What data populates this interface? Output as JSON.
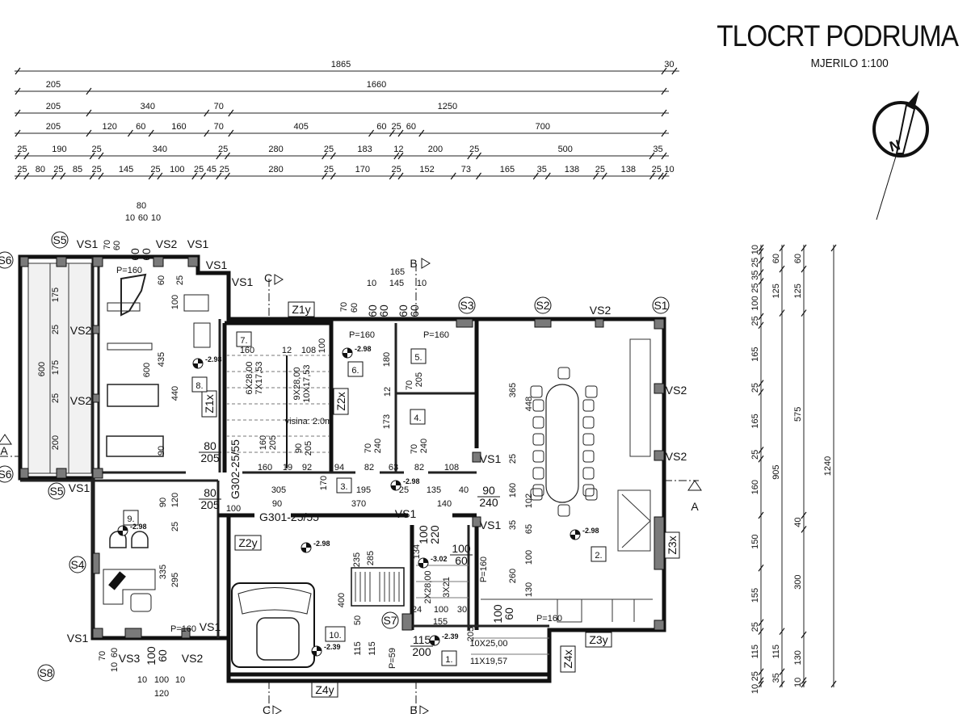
{
  "header": {
    "title": "TLOCRT PODRUMA",
    "scale": "MJERILO 1:100"
  },
  "north_label": "N",
  "dimensions": {
    "unit": "cm",
    "top_rows": [
      [
        1865,
        30
      ],
      [
        205,
        1660
      ],
      [
        205,
        340,
        70,
        1250
      ],
      [
        205,
        120,
        60,
        160,
        70,
        405,
        60,
        25,
        60,
        700
      ],
      [
        25,
        190,
        25,
        340,
        25,
        280,
        25,
        183,
        12,
        200,
        25,
        500,
        35
      ],
      [
        25,
        80,
        25,
        85,
        25,
        145,
        25,
        100,
        25,
        45,
        25,
        280,
        25,
        170,
        25,
        152,
        73,
        165,
        35,
        138,
        25,
        138,
        25,
        10
      ]
    ],
    "right_columns": [
      [
        10,
        25,
        35,
        25,
        100,
        25,
        165,
        25,
        165,
        25,
        160,
        150,
        155,
        25,
        115,
        25,
        10
      ],
      [
        60,
        125,
        905,
        115,
        35
      ],
      [
        60,
        125,
        575,
        40,
        300,
        130,
        10
      ],
      [
        1240
      ]
    ]
  },
  "plan": {
    "rooms": [
      "1.",
      "2.",
      "3.",
      "4.",
      "5.",
      "6.",
      "7.",
      "8.",
      "9.",
      "10."
    ],
    "markers": [
      "S1",
      "S2",
      "S3",
      "S4",
      "S5",
      "S6",
      "S7",
      "S8"
    ],
    "wall_types": [
      "VS1",
      "VS2",
      "VS3"
    ],
    "zones": [
      "Z1x",
      "Z1y",
      "Z2x",
      "Z2y",
      "Z3x",
      "Z3y",
      "Z4x",
      "Z4y"
    ],
    "elevations": [
      "-2.98",
      "-3.02",
      "-2.39"
    ],
    "sections": [
      "A",
      "B",
      "C"
    ],
    "beams": [
      "G301-25/55",
      "G302-25/55"
    ],
    "parapets": [
      "P=160",
      "P=59"
    ],
    "stair_notes": [
      "6X28,00",
      "7X17,53",
      "9X28,00",
      "10X17,53",
      "visina: 2.0m",
      "2X28,00",
      "3X21",
      "10X25,00",
      "11X19,57"
    ],
    "openings": [
      {
        "w": "80",
        "h": "205"
      },
      {
        "w": "80",
        "h": "205"
      },
      {
        "w": "100",
        "h": "220"
      },
      {
        "w": "100",
        "h": "60"
      },
      {
        "w": "115",
        "h": "200"
      },
      {
        "w": "100",
        "h": "60"
      },
      {
        "w": "100",
        "h": "60"
      },
      {
        "w": "60",
        "h": "60"
      },
      {
        "w": "90",
        "h": "240"
      },
      {
        "w": "60",
        "h": "60"
      },
      {
        "w": "60",
        "h": "60"
      }
    ],
    "inner_dims": [
      "175",
      "25",
      "600",
      "175",
      "25",
      "200",
      "60",
      "25",
      "100",
      "435",
      "600",
      "440",
      "90",
      "80",
      "10",
      "60",
      "10",
      "70",
      "60",
      "160",
      "12",
      "108",
      "100",
      "180",
      "12",
      "173",
      "70",
      "205",
      "160",
      "205",
      "90",
      "205",
      "70",
      "240",
      "70",
      "240",
      "160",
      "19",
      "92",
      "94",
      "82",
      "63",
      "82",
      "108",
      "305",
      "195",
      "25",
      "135",
      "40",
      "170",
      "100",
      "90",
      "370",
      "140",
      "165",
      "10",
      "145",
      "10",
      "70",
      "60",
      "365",
      "448",
      "25",
      "160",
      "102",
      "35",
      "65",
      "100",
      "260",
      "130",
      "120",
      "90",
      "25",
      "335",
      "295",
      "70",
      "60",
      "10",
      "10",
      "100",
      "10",
      "120",
      "235",
      "285",
      "134",
      "400",
      "50",
      "115",
      "115",
      "24",
      "100",
      "30",
      "155",
      "205"
    ]
  }
}
